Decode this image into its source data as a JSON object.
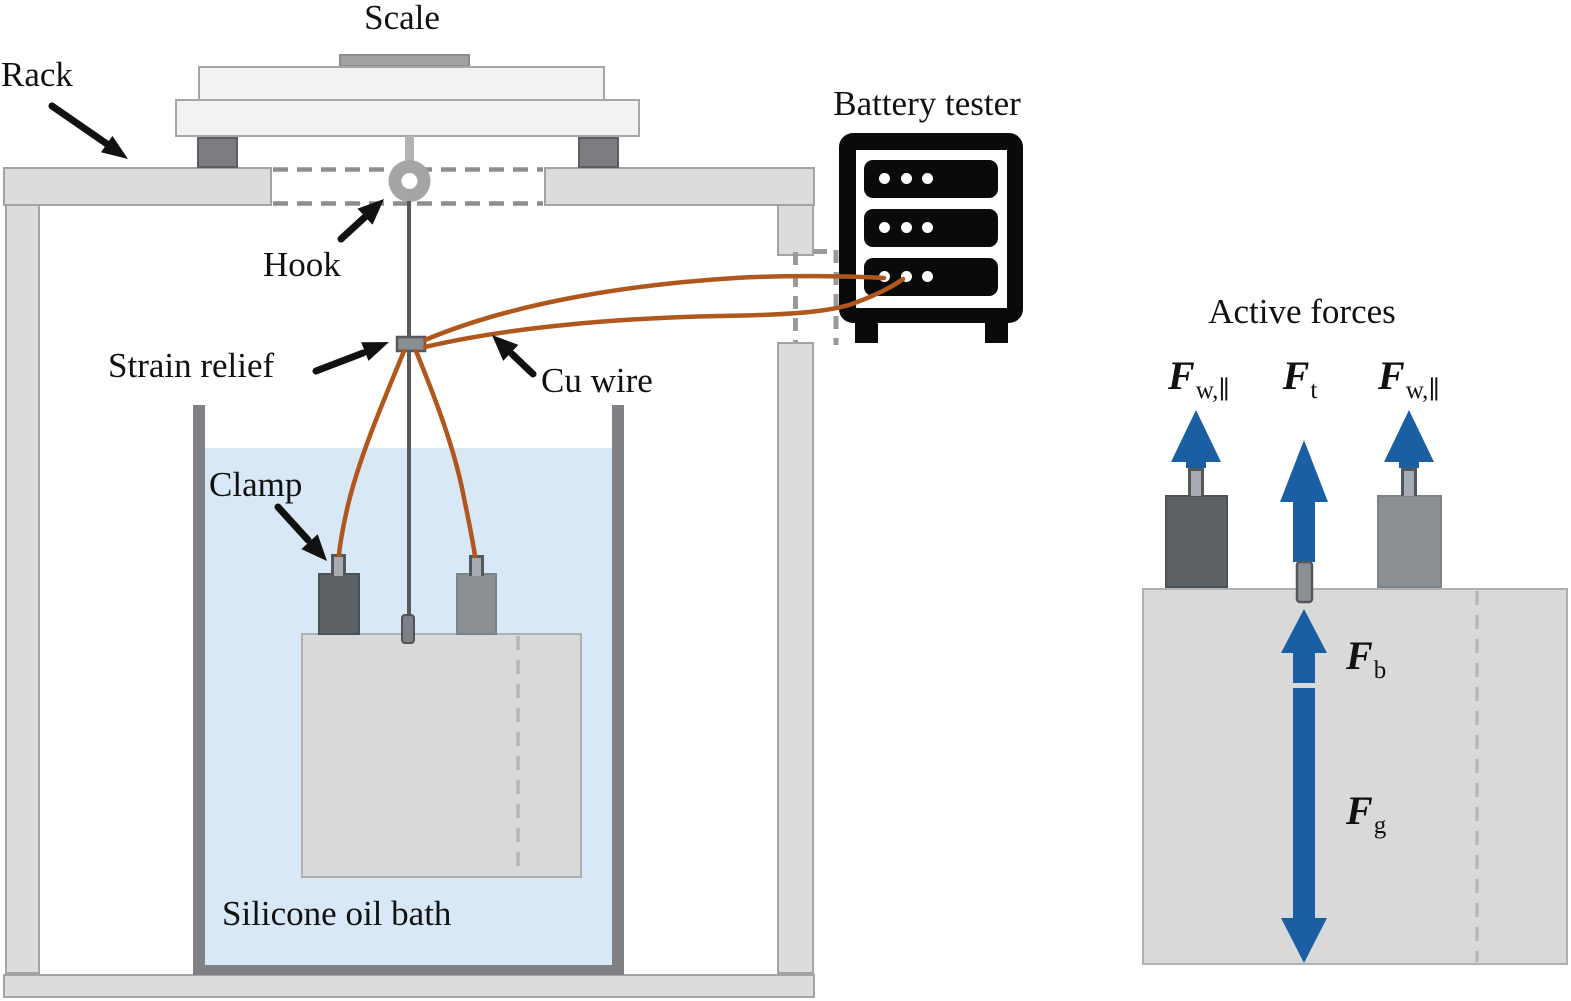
{
  "labels": {
    "scale": "Scale",
    "rack": "Rack",
    "hook": "Hook",
    "strain_relief": "Strain relief",
    "cu_wire": "Cu wire",
    "battery_tester": "Battery tester",
    "clamp": "Clamp",
    "oil_bath": "Silicone oil bath"
  },
  "forces": {
    "title": "Active forces",
    "symbol": "F",
    "sub_weight_parallel": "w,∥",
    "sub_tension": "t",
    "sub_buoyancy": "b",
    "sub_gravity": "g"
  },
  "colors": {
    "wire": "#b0571d",
    "force_arrow": "#1a5fa4",
    "oil": "#d9e8f7",
    "annotation": "#111111"
  }
}
